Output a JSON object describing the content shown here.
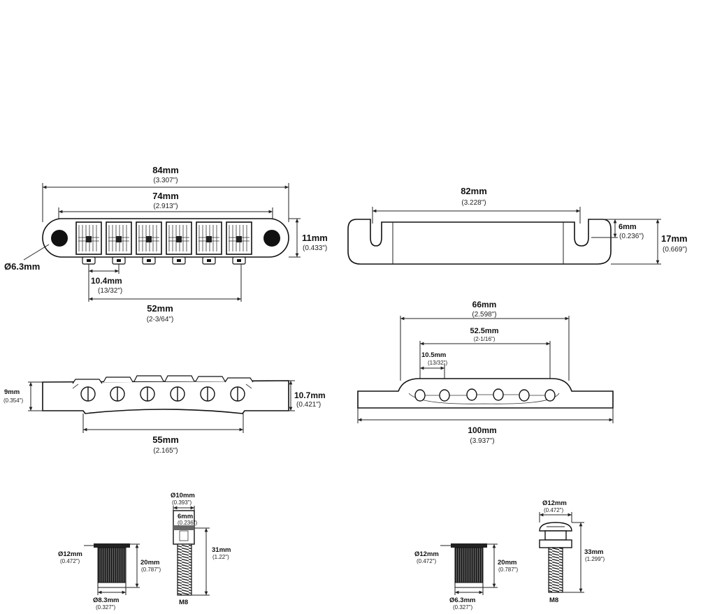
{
  "views": {
    "bridge_top": {
      "overall": {
        "mm": "84mm",
        "inch": "(3.307\")"
      },
      "inner": {
        "mm": "74mm",
        "inch": "(2.913\")"
      },
      "height": {
        "mm": "11mm",
        "inch": "(0.433\")"
      },
      "post_hole": {
        "mm": "Ø6.3mm"
      },
      "saddle_pitch": {
        "mm": "10.4mm",
        "inch": "(13/32\")"
      },
      "string_span": {
        "mm": "52mm",
        "inch": "(2-3/64\")"
      }
    },
    "tailpiece_top": {
      "overall": {
        "mm": "82mm",
        "inch": "(3.228\")"
      },
      "slot": {
        "mm": "6mm",
        "inch": "(0.236\")"
      },
      "height": {
        "mm": "17mm",
        "inch": "(0.669\")"
      }
    },
    "bridge_front": {
      "left_height": {
        "mm": "9mm",
        "inch": "(0.354\")"
      },
      "right_height": {
        "mm": "10.7mm",
        "inch": "(0.421\")"
      },
      "base_width": {
        "mm": "55mm",
        "inch": "(2.165\")"
      }
    },
    "tailpiece_front": {
      "top_width": {
        "mm": "66mm",
        "inch": "(2.598\")"
      },
      "hole_span": {
        "mm": "52.5mm",
        "inch": "(2-1/16\")"
      },
      "hole_pitch": {
        "mm": "10.5mm",
        "inch": "(13/32\")"
      },
      "overall": {
        "mm": "100mm",
        "inch": "(3.937\")"
      }
    },
    "bridge_hardware": {
      "bushing_dia": {
        "mm": "Ø12mm",
        "inch": "(0.472\")"
      },
      "bushing_len": {
        "mm": "20mm",
        "inch": "(0.787\")"
      },
      "bushing_inner": {
        "mm": "Ø8.3mm",
        "inch": "(0.327\")"
      },
      "stud_head": {
        "mm": "Ø10mm",
        "inch": "(0.393\")"
      },
      "stud_neck": {
        "mm": "6mm",
        "inch": "(0.236\")"
      },
      "stud_len": {
        "mm": "31mm",
        "inch": "(1.22\")"
      },
      "thread": "M8"
    },
    "tail_hardware": {
      "bushing_dia": {
        "mm": "Ø12mm",
        "inch": "(0.472\")"
      },
      "bushing_len": {
        "mm": "20mm",
        "inch": "(0.787\")"
      },
      "bushing_inner": {
        "mm": "Ø6.3mm",
        "inch": "(0.327\")"
      },
      "stud_head": {
        "mm": "Ø12mm",
        "inch": "(0.472\")"
      },
      "stud_len": {
        "mm": "33mm",
        "inch": "(1.299\")"
      },
      "thread": "M8"
    }
  }
}
